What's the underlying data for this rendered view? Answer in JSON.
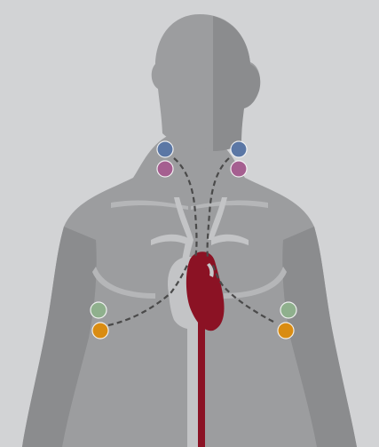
{
  "colors": {
    "background": "#d2d3d5",
    "body": "#9c9d9f",
    "body_shadow": "#8b8c8e",
    "body_highlight": "#b5b6b8",
    "vessels": "#c3c4c6",
    "heart": "#8b1224",
    "heart_highlight": "#c7c8ca",
    "lead_path": "#4a4a4a",
    "electrode_blue": "#5b77a5",
    "electrode_magenta": "#a55f90",
    "electrode_green": "#8fb08d",
    "electrode_orange": "#d98c12"
  },
  "electrodes": [
    {
      "name": "left-neck-upper",
      "color": "electrode_blue"
    },
    {
      "name": "left-neck-lower",
      "color": "electrode_magenta"
    },
    {
      "name": "right-neck-upper",
      "color": "electrode_blue"
    },
    {
      "name": "right-neck-lower",
      "color": "electrode_magenta"
    },
    {
      "name": "left-side-upper",
      "color": "electrode_green"
    },
    {
      "name": "left-side-lower",
      "color": "electrode_orange"
    },
    {
      "name": "right-side-upper",
      "color": "electrode_green"
    },
    {
      "name": "right-side-lower",
      "color": "electrode_orange"
    }
  ],
  "icons": [
    "human-torso",
    "heart-icon"
  ]
}
